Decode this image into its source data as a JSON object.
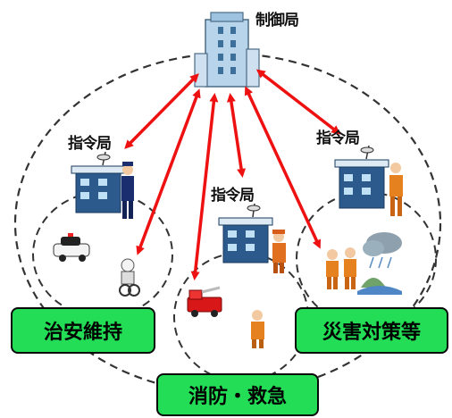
{
  "nodes": {
    "control_station": "制御局",
    "command_left": "指令局",
    "command_center": "指令局",
    "command_right": "指令局"
  },
  "tags": {
    "public_safety": "治安維持",
    "fire_rescue": "消防・救急",
    "disaster": "災害対策等"
  },
  "colors": {
    "arrow": "#ee1111",
    "tag_fill": "#22dd55",
    "dashed_circle": "#333333"
  }
}
